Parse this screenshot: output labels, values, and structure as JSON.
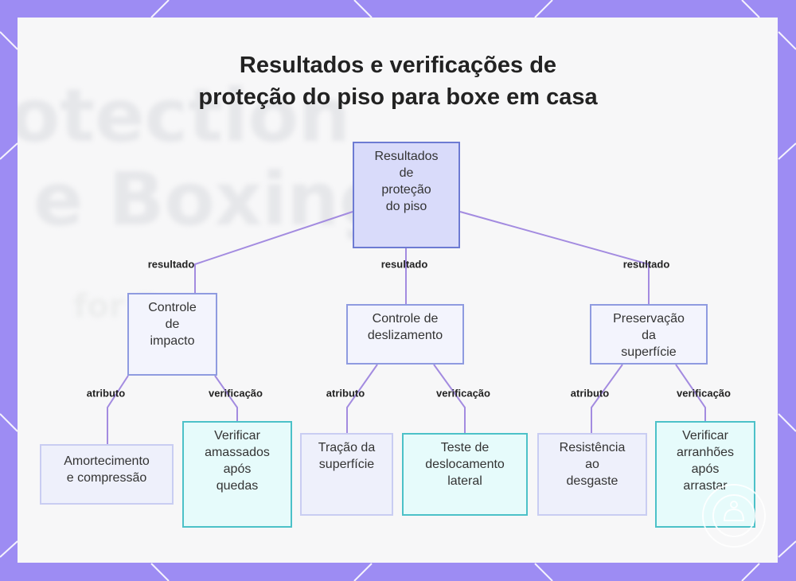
{
  "title": {
    "line1": "Resultados e verificações de",
    "line2": "proteção do piso para boxe em casa"
  },
  "background_text": [
    "otection",
    "e Boxing",
    "for Bo"
  ],
  "colors": {
    "frame": "#9d8cf3",
    "root_fill": "#d9dbfa",
    "root_border": "#6d7bd3",
    "connector": "#a38be0",
    "verification_border": "#4cc1c8"
  },
  "nodes": {
    "root": {
      "lines": [
        "Resultados",
        "de",
        "proteção",
        "do piso"
      ]
    },
    "impact": {
      "lines": [
        "Controle",
        "de",
        "impacto"
      ]
    },
    "slip": {
      "lines": [
        "Controle de",
        "deslizamento"
      ]
    },
    "surface": {
      "lines": [
        "Preservação",
        "da",
        "superfície"
      ]
    },
    "impact_attr": {
      "lines": [
        "Amortecimento",
        "e compressão"
      ]
    },
    "impact_ver": {
      "lines": [
        "Verificar",
        "amassados",
        "após",
        "quedas"
      ]
    },
    "slip_attr": {
      "lines": [
        "Tração da",
        "superfície"
      ]
    },
    "slip_ver": {
      "lines": [
        "Teste de",
        "deslocamento",
        "lateral"
      ]
    },
    "surface_attr": {
      "lines": [
        "Resistência",
        "ao",
        "desgaste"
      ]
    },
    "surface_ver": {
      "lines": [
        "Verificar",
        "arranhões",
        "após",
        "arrastar"
      ]
    }
  },
  "edge_labels": {
    "impact": "resultado",
    "slip": "resultado",
    "surface": "resultado",
    "impact_attr": "atributo",
    "impact_ver": "verificação",
    "slip_attr": "atributo",
    "slip_ver": "verificação",
    "surface_attr": "atributo",
    "surface_ver": "verificação"
  },
  "badge_icon": "watermark-logo-icon"
}
